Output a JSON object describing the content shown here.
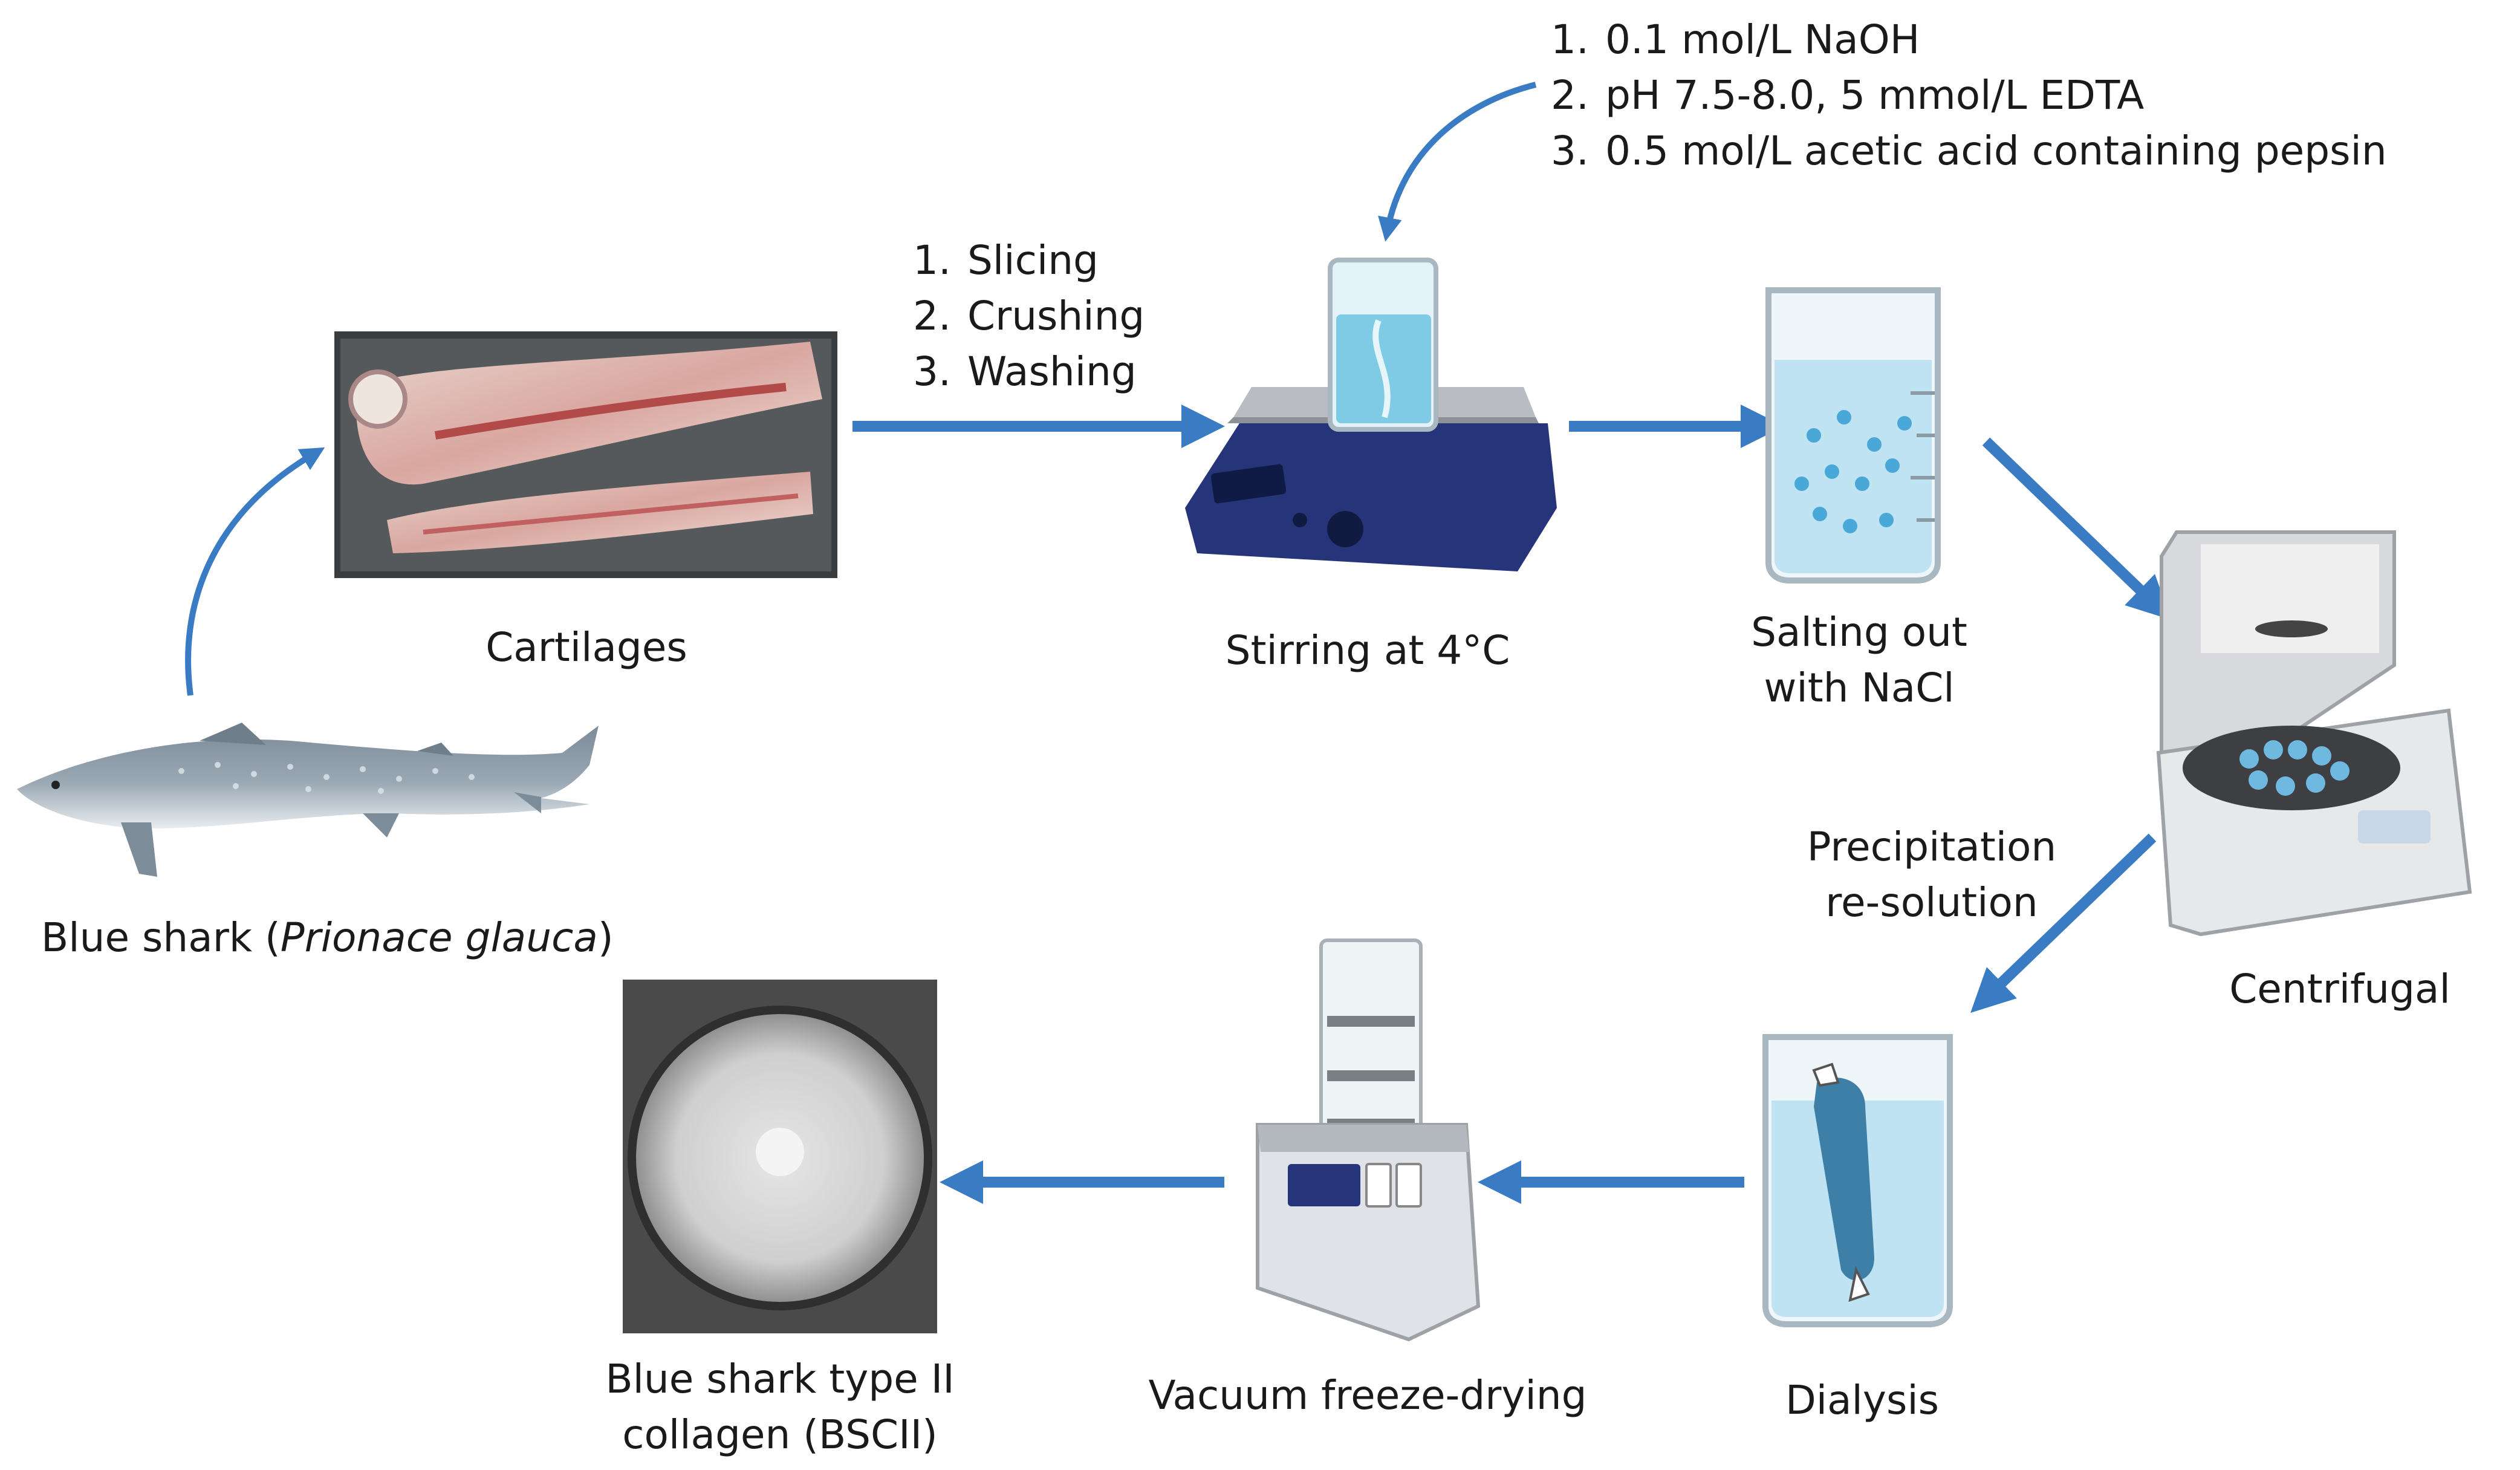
{
  "colors": {
    "arrow": "#3a7cc4",
    "text": "#1a1a1a",
    "water": "#bfe3f2",
    "device": "#26357a"
  },
  "labels": {
    "shark": {
      "prefix": "Blue shark (",
      "italic": "Prionace glauca",
      "suffix": ")"
    },
    "cartilages": "Cartilages",
    "stirring": "Stirring at 4°C",
    "salting_line1": "Salting out",
    "salting_line2": "with NaCl",
    "centrifugal": "Centrifugal",
    "precip_line1": "Precipitation",
    "precip_line2": "re-solution",
    "dialysis": "Dialysis",
    "freeze": "Vacuum freeze-drying",
    "product_line1": "Blue shark type II",
    "product_line2": "collagen (BSCII)"
  },
  "prep_steps": [
    {
      "num": "1.",
      "text": "Slicing"
    },
    {
      "num": "2.",
      "text": "Crushing"
    },
    {
      "num": "3.",
      "text": "Washing"
    }
  ],
  "reagent_steps": [
    {
      "num": "1.",
      "text": "0.1 mol/L NaOH"
    },
    {
      "num": "2.",
      "text": "pH 7.5-8.0, 5 mmol/L EDTA"
    },
    {
      "num": "3.",
      "text": "0.5 mol/L acetic acid containing pepsin"
    }
  ]
}
